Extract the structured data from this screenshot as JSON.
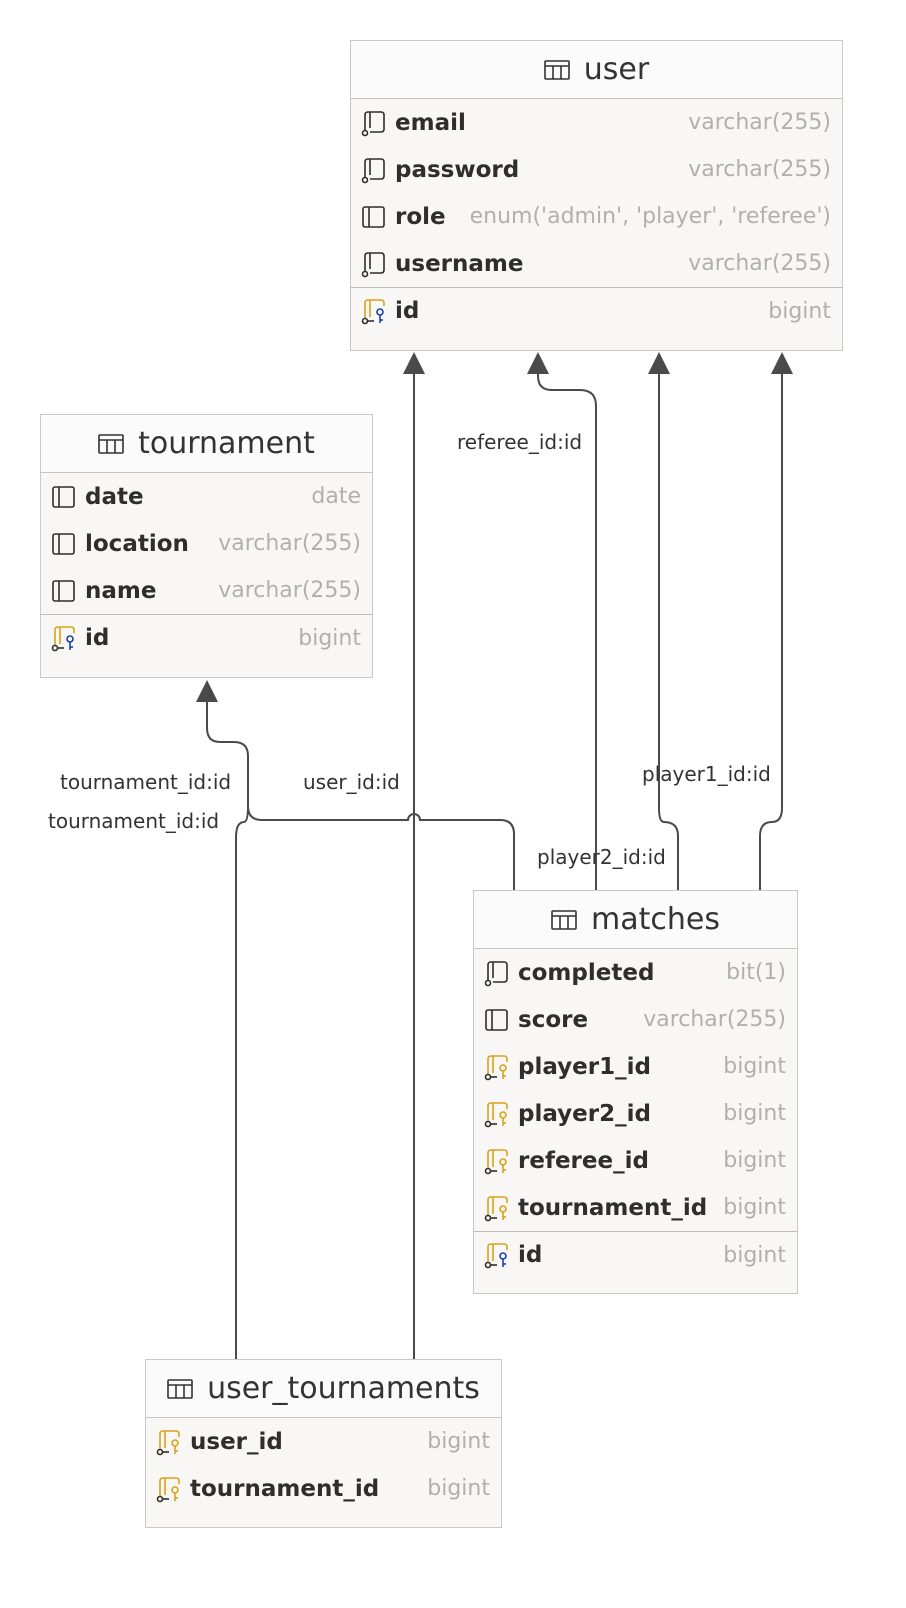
{
  "entities": {
    "user": {
      "title": "user",
      "columns": [
        {
          "name": "email",
          "type": "varchar(255)"
        },
        {
          "name": "password",
          "type": "varchar(255)"
        },
        {
          "name": "role",
          "type": "enum('admin', 'player', 'referee')"
        },
        {
          "name": "username",
          "type": "varchar(255)"
        }
      ],
      "pk": {
        "name": "id",
        "type": "bigint"
      }
    },
    "tournament": {
      "title": "tournament",
      "columns": [
        {
          "name": "date",
          "type": "date"
        },
        {
          "name": "location",
          "type": "varchar(255)"
        },
        {
          "name": "name",
          "type": "varchar(255)"
        }
      ],
      "pk": {
        "name": "id",
        "type": "bigint"
      }
    },
    "matches": {
      "title": "matches",
      "columns": [
        {
          "name": "completed",
          "type": "bit(1)"
        },
        {
          "name": "score",
          "type": "varchar(255)"
        },
        {
          "name": "player1_id",
          "type": "bigint"
        },
        {
          "name": "player2_id",
          "type": "bigint"
        },
        {
          "name": "referee_id",
          "type": "bigint"
        },
        {
          "name": "tournament_id",
          "type": "bigint"
        }
      ],
      "pk": {
        "name": "id",
        "type": "bigint"
      }
    },
    "user_tournaments": {
      "title": "user_tournaments",
      "columns": [
        {
          "name": "user_id",
          "type": "bigint"
        },
        {
          "name": "tournament_id",
          "type": "bigint"
        }
      ]
    }
  },
  "links": {
    "referee": "referee_id:id",
    "player1": "player1_id:id",
    "player2": "player2_id:id",
    "matches_tournament": "tournament_id:id",
    "ut_tournament": "tournament_id:id",
    "ut_user": "user_id:id"
  },
  "icons": {
    "table": "table-icon",
    "column": "column-icon",
    "not_null_column": "not-null-column-icon",
    "foreign_key": "foreign-key-icon",
    "primary_key": "primary-key-icon"
  },
  "colors": {
    "pk_key": "#1c3fb0",
    "fk_key": "#d9a21b",
    "line": "#4a4a4a"
  }
}
